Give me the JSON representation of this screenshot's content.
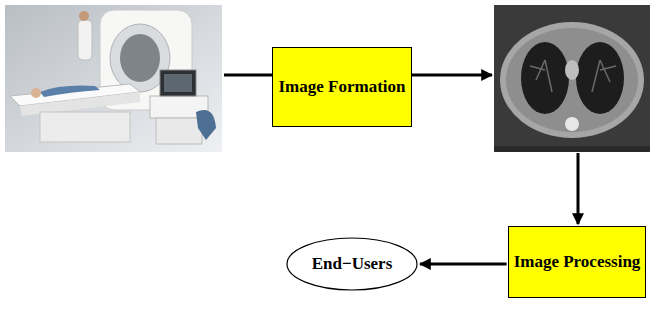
{
  "diagram": {
    "nodes": [
      {
        "text": [
          "Image Formation"
        ]
      },
      {
        "text": [
          "Image Processing"
        ]
      },
      {
        "text": [
          "End−Users"
        ]
      }
    ],
    "edges": [
      {
        "from": 1,
        "to": 2,
        "arrow": "to"
      }
    ]
  }
}
